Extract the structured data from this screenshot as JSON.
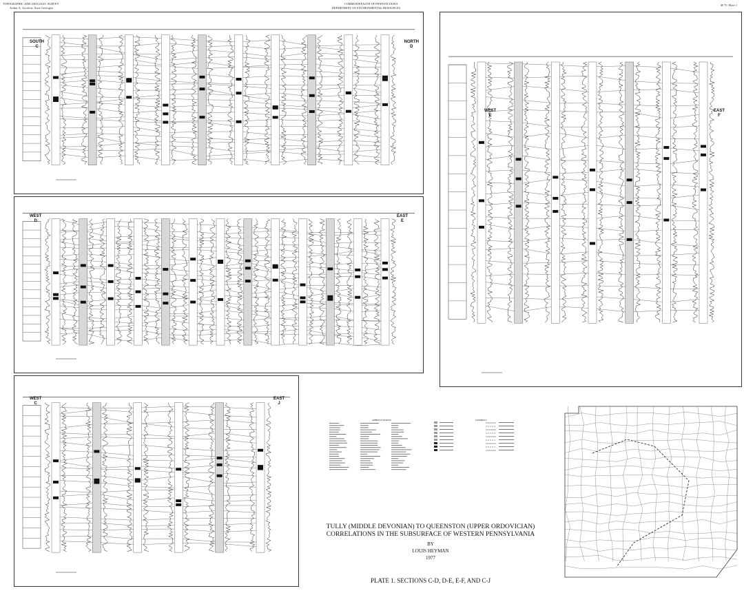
{
  "header": {
    "left_line1": "TOPOGRAPHIC AND GEOLOGIC SURVEY",
    "left_line2": "Arthur A. Socolow, State Geologist",
    "center_line1": "COMMONWEALTH OF PENNSYLVANIA",
    "center_line2": "DEPARTMENT OF ENVIRONMENTAL RESOURCES",
    "right": "M 75, Plate 1"
  },
  "sections": [
    {
      "id": "C-D",
      "left_dir": "SOUTH",
      "left_letter": "C",
      "right_dir": "NORTH",
      "right_letter": "D",
      "wells": 10
    },
    {
      "id": "D-E",
      "left_dir": "WEST",
      "left_letter": "D",
      "right_dir": "EAST",
      "right_letter": "E",
      "wells": 13
    },
    {
      "id": "E-F",
      "left_dir": "WEST",
      "left_letter": "E",
      "right_dir": "EAST",
      "right_letter": "F",
      "wells": 7
    },
    {
      "id": "C-J",
      "left_dir": "WEST",
      "left_letter": "C",
      "right_dir": "EAST",
      "right_letter": "J",
      "wells": 6
    }
  ],
  "legend": {
    "abbreviations_title": "ABBREVIATIONS",
    "symbols_title": "SYMBOLS"
  },
  "title": {
    "line1": "TULLY (MIDDLE DEVONIAN) TO QUEENSTON (UPPER ORDOVICIAN)",
    "line2": "CORRELATIONS IN THE SUBSURFACE OF WESTERN PENNSYLVANIA",
    "by": "BY",
    "author": "LOUIS HEYMAN",
    "year": "1977",
    "plate": "PLATE 1. SECTIONS C-D, D-E, E-F, AND C-J"
  }
}
